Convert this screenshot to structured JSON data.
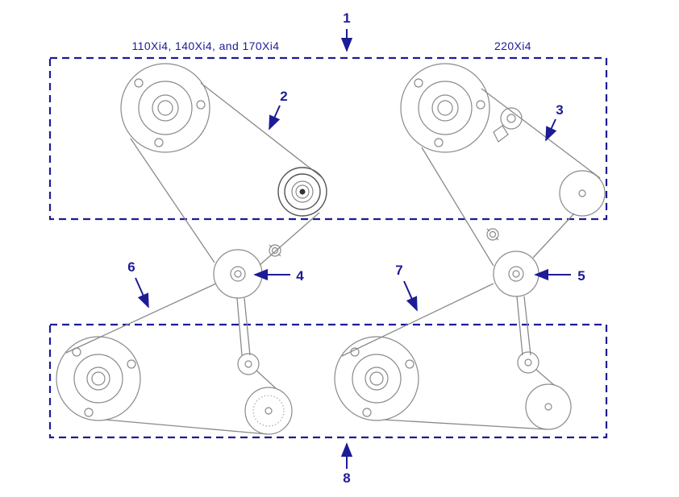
{
  "diagram": {
    "section_top": {
      "label_left": "110Xi4, 140Xi4, and 170Xi4",
      "label_right": "220Xi4"
    },
    "callouts": {
      "c1": "1",
      "c2": "2",
      "c3": "3",
      "c4": "4",
      "c5": "5",
      "c6": "6",
      "c7": "7",
      "c8": "8"
    },
    "colors": {
      "accent": "#1c1c96",
      "line": "#8a8a8a"
    }
  }
}
